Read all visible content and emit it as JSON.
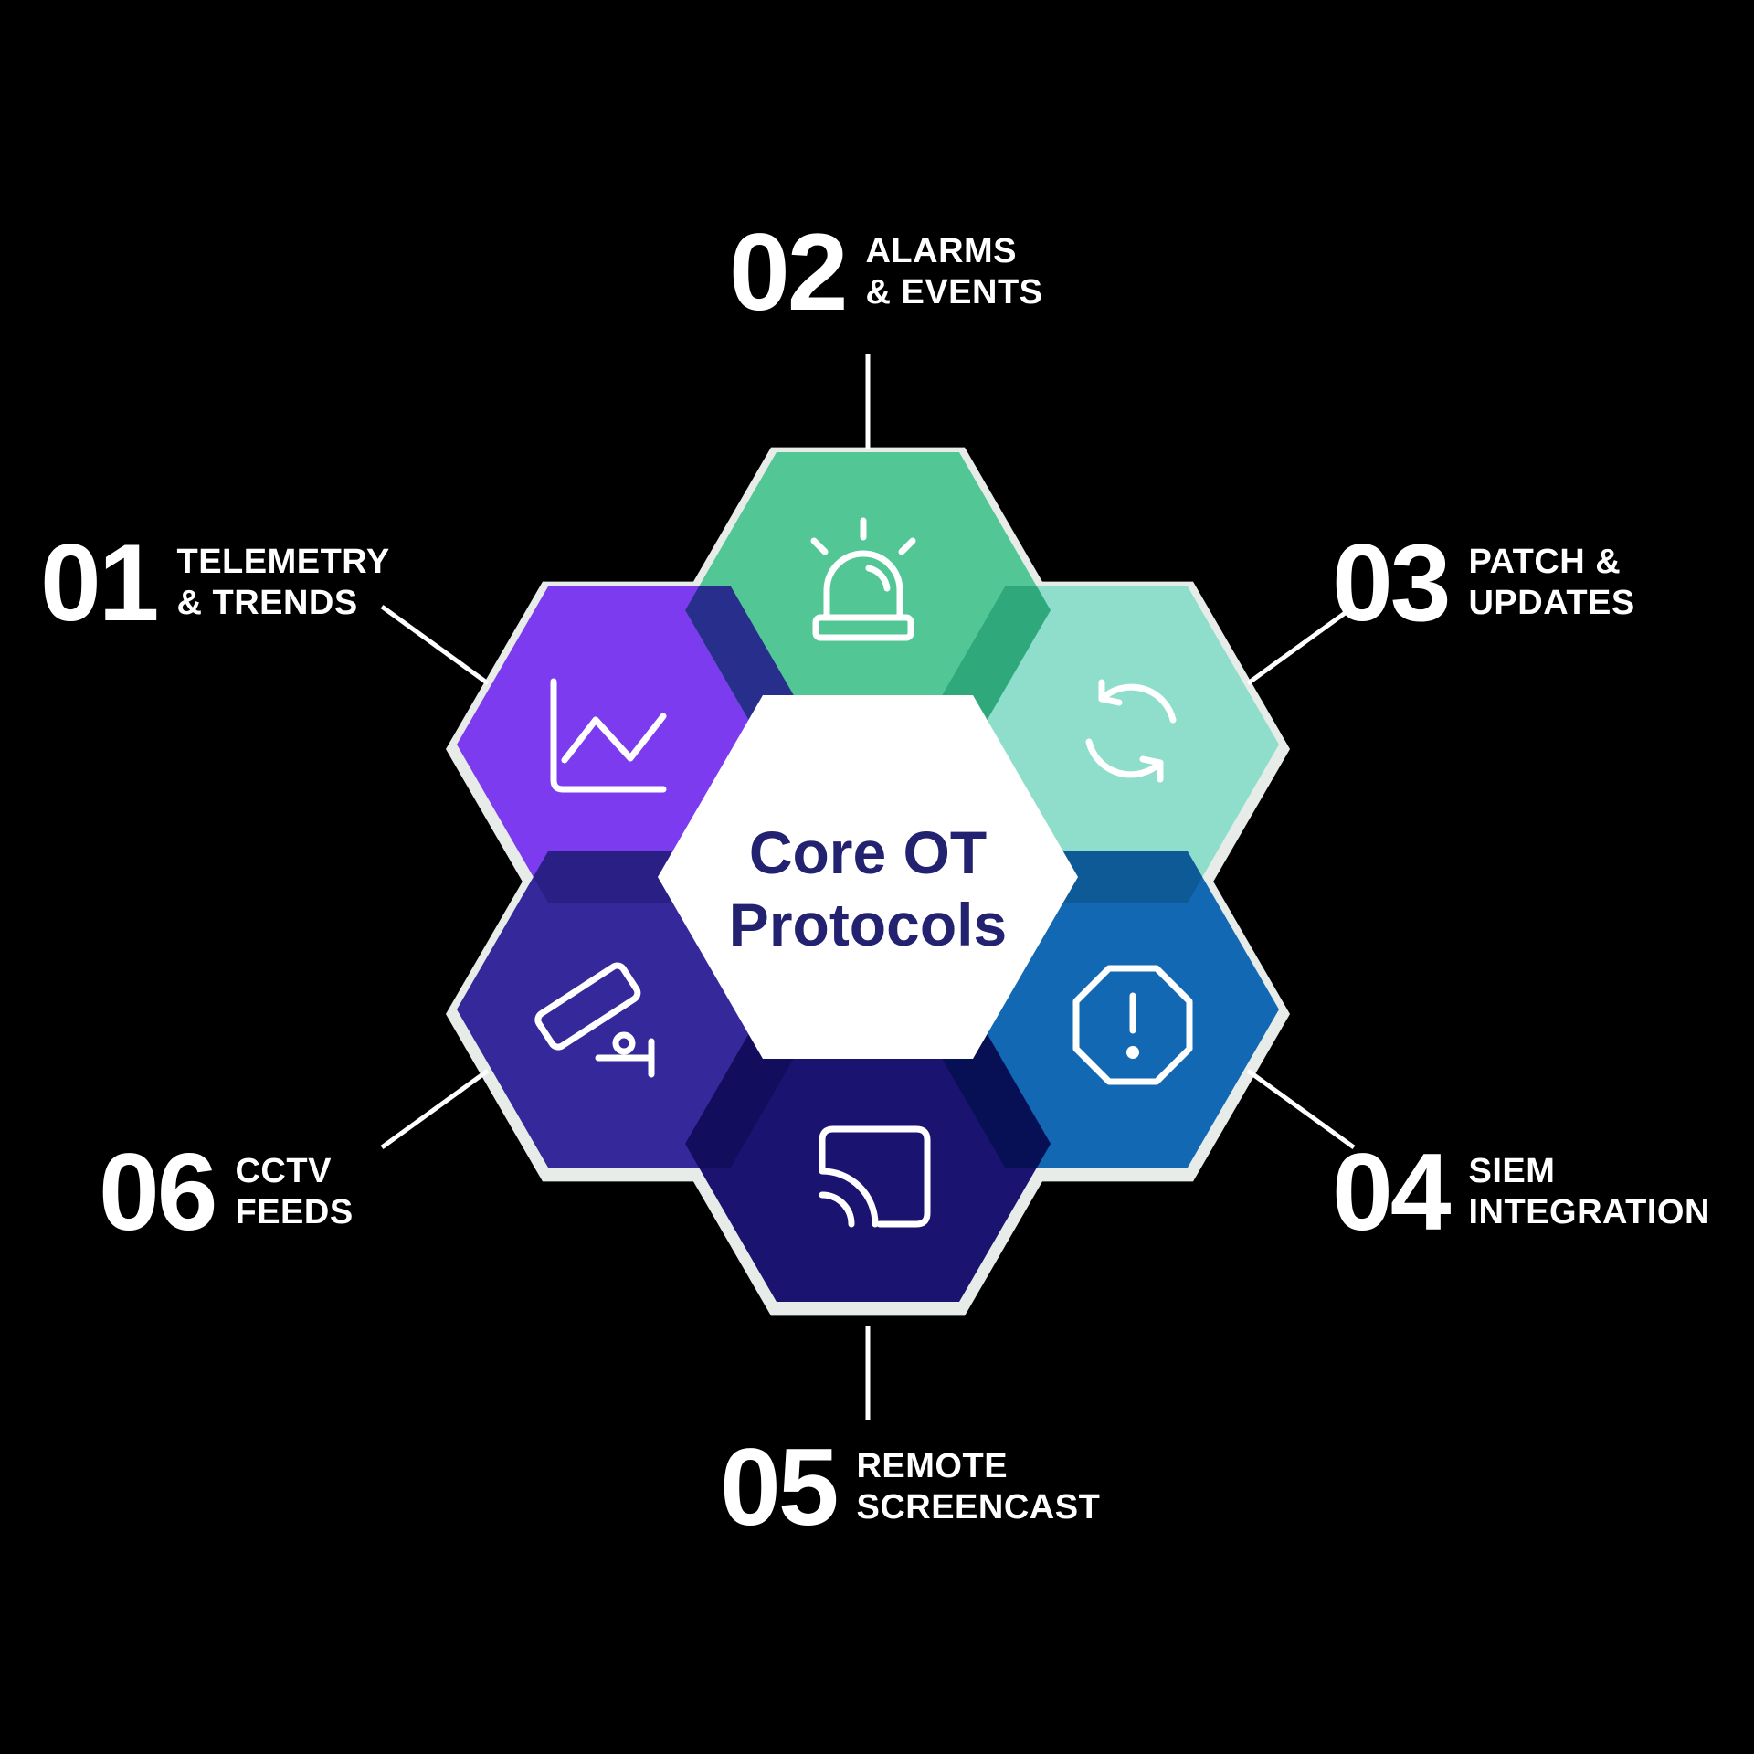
{
  "background_color": "#000000",
  "connector_color": "#ffffff",
  "outline_color": "#e7ece9",
  "center": {
    "line1": "Core OT",
    "line2": "Protocols",
    "text_color": "#232270",
    "hex_fill": "#ffffff"
  },
  "items": [
    {
      "number": "01",
      "label_line1": "TELEMETRY",
      "label_line2": "& TRENDS",
      "color": "#7c3bee",
      "icon": "line-chart-icon"
    },
    {
      "number": "02",
      "label_line1": "ALARMS",
      "label_line2": "& EVENTS",
      "color": "#52c795",
      "icon": "siren-icon"
    },
    {
      "number": "03",
      "label_line1": "PATCH &",
      "label_line2": "UPDATES",
      "color": "#8fdecb",
      "icon": "sync-arrows-icon"
    },
    {
      "number": "04",
      "label_line1": "SIEM",
      "label_line2": "INTEGRATION",
      "color": "#1268b2",
      "icon": "alert-octagon-icon"
    },
    {
      "number": "05",
      "label_line1": "REMOTE",
      "label_line2": "SCREENCAST",
      "color": "#1b1370",
      "icon": "screencast-icon"
    },
    {
      "number": "06",
      "label_line1": "CCTV",
      "label_line2": "FEEDS",
      "color": "#35289a",
      "icon": "cctv-camera-icon"
    }
  ],
  "overlaps": {
    "o12": "#282e8b",
    "o23": "#2fa87c",
    "o34": "#0d5a97",
    "o45": "#081055",
    "o56": "#120d5c",
    "o61": "#2a1f85"
  }
}
